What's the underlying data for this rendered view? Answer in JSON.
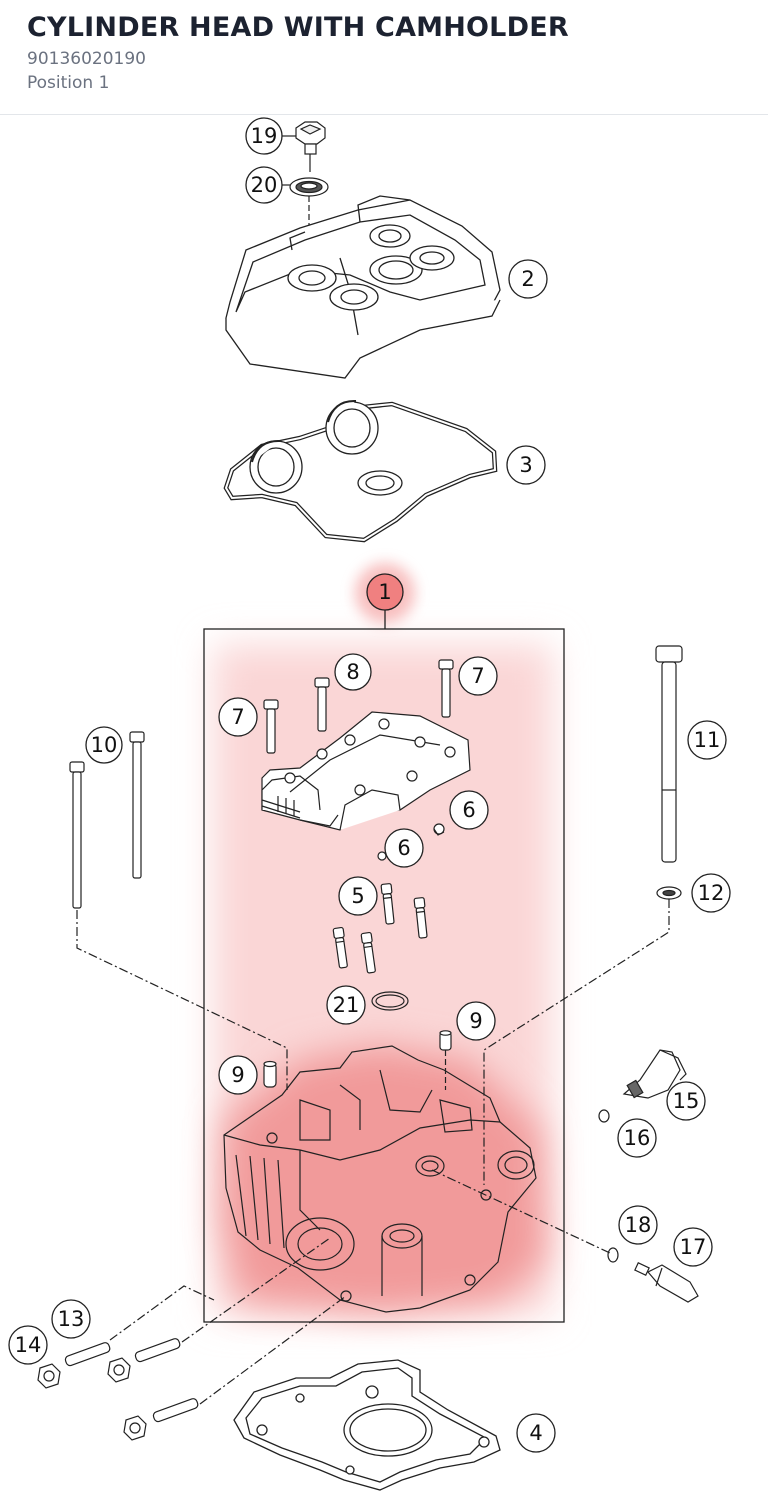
{
  "header": {
    "title": "CYLINDER HEAD WITH CAMHOLDER",
    "part_number": "90136020190",
    "position": "Position 1"
  },
  "colors": {
    "highlight": "#f5a3a3",
    "selected_callout": "#f08080",
    "line": "#111111",
    "title": "#1c2230",
    "subtext": "#6b7280"
  },
  "callouts": {
    "c1": "1",
    "c2": "2",
    "c3": "3",
    "c4": "4",
    "c5": "5",
    "c6a": "6",
    "c6b": "6",
    "c7a": "7",
    "c7b": "7",
    "c8": "8",
    "c9a": "9",
    "c9b": "9",
    "c10": "10",
    "c11": "11",
    "c12": "12",
    "c13": "13",
    "c14": "14",
    "c15": "15",
    "c16": "16",
    "c17": "17",
    "c18": "18",
    "c19": "19",
    "c20": "20",
    "c21": "21"
  },
  "selected_part": "1"
}
